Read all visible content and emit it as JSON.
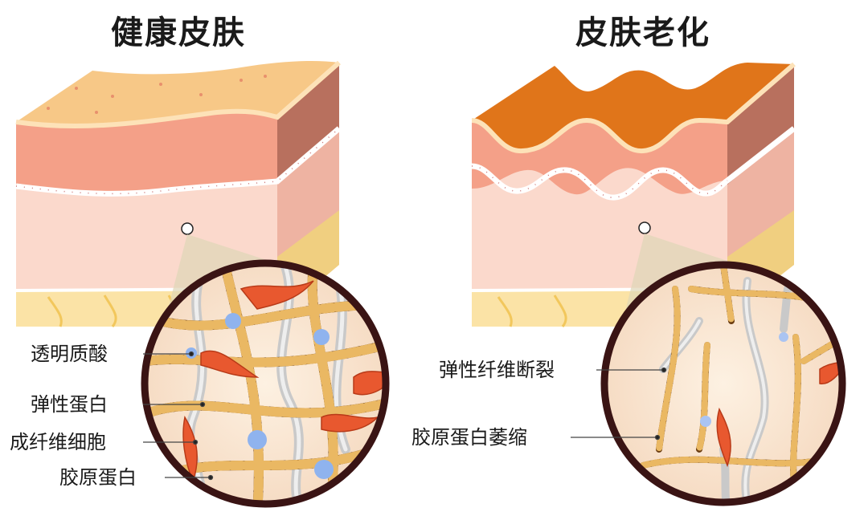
{
  "panels": {
    "healthy": {
      "title": "健康皮肤",
      "labels": [
        "透明质酸",
        "弹性蛋白",
        "成纤维细胞",
        "胶原蛋白"
      ]
    },
    "aging": {
      "title": "皮肤老化",
      "labels": [
        "弹性纤维断裂",
        "胶原蛋白萎缩"
      ]
    }
  },
  "colors": {
    "healthy_surface": "#f7c887",
    "aging_surface": "#e0751a",
    "epidermis": "#f4a088",
    "dermis": "#fbd9cc",
    "side_face": "#b8705e",
    "fat": "#fbe3a6",
    "collagen_fiber": "#e8b45a",
    "fibroblast": "#e8582f",
    "elastin": "#dcdcdc",
    "hyaluronic": "#8fb3ee",
    "lens_rim": "#3a1414"
  }
}
